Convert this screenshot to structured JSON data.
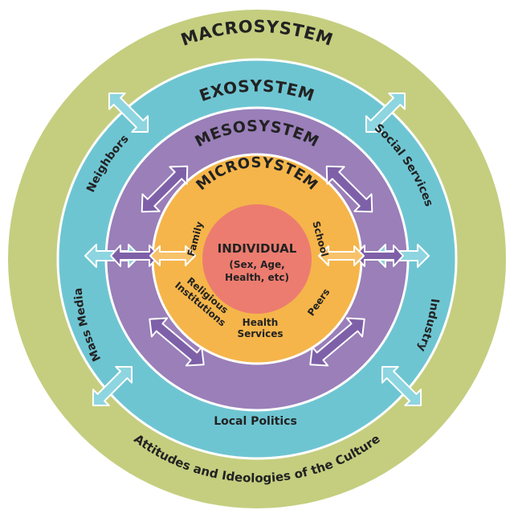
{
  "diagram": {
    "macrosystem": {
      "title": "MACROSYSTEM",
      "bottom_label": "Attitudes and Ideologies of the Culture"
    },
    "exosystem": {
      "title": "EXOSYSTEM",
      "items": {
        "neighbors": "Neighbors",
        "social_services": "Social Services",
        "mass_media": "Mass Media",
        "industry": "Industry",
        "local_politics": "Local Politics"
      }
    },
    "mesosystem": {
      "title": "MESOSYSTEM"
    },
    "microsystem": {
      "title": "MICROSYSTEM",
      "items": {
        "family": "Family",
        "school": "School",
        "religious_line1": "Religious",
        "religious_line2": "Institutions",
        "health_line1": "Health",
        "health_line2": "Services",
        "peers": "Peers"
      }
    },
    "individual": {
      "title": "INDIVIDUAL",
      "line1": "(Sex, Age,",
      "line2": "Health, etc)"
    },
    "colors": {
      "macro": "#c5ce7f",
      "exo": "#6ec5d2",
      "meso": "#9a7fb9",
      "micro": "#f5b54a",
      "individual": "#ec7c6f",
      "exo_arrow": "#8dd5e0",
      "meso_arrow": "#7e60a8",
      "micro_arrow": "#f7c26a",
      "outline": "#ffffff",
      "text": "#222222"
    }
  }
}
